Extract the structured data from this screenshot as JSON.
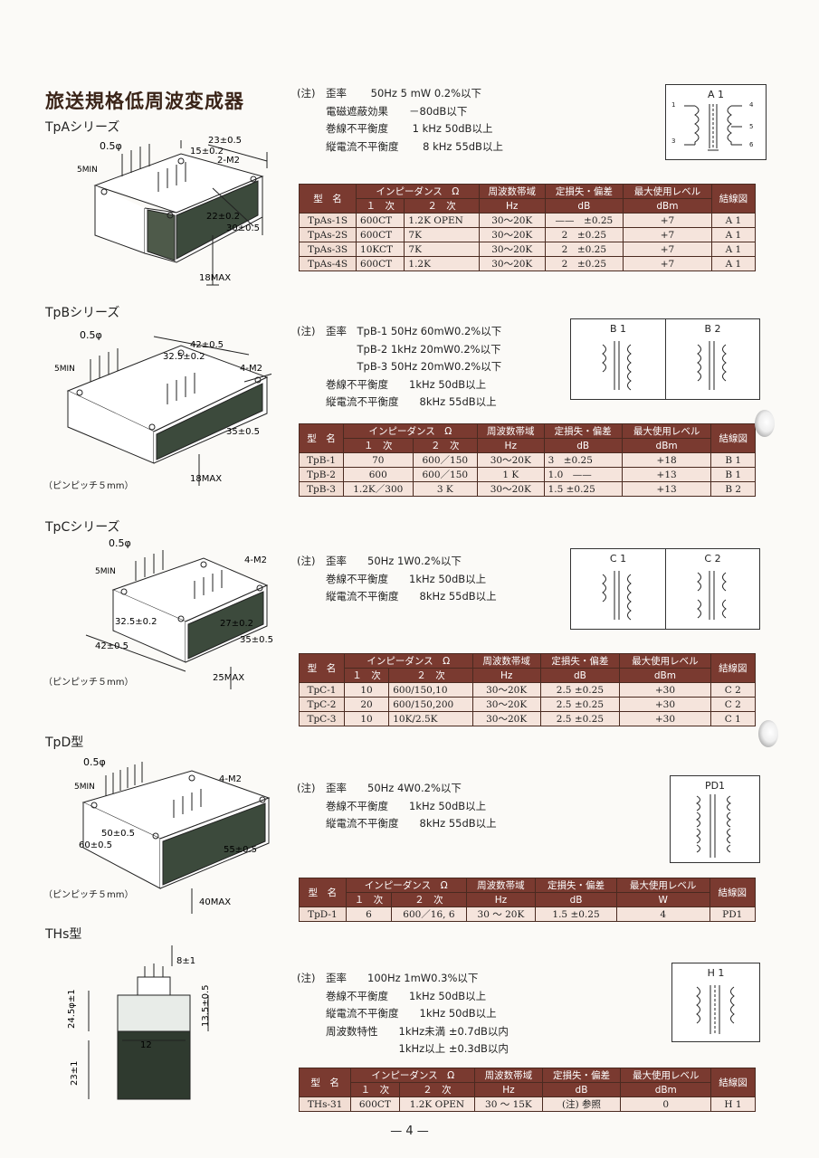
{
  "title": "旅送規格低周波変成器",
  "headers": {
    "model": "型　名",
    "impedance": "インピーダンス　Ω",
    "primary": "１　次",
    "secondary": "２　次",
    "freq": "周波数帯域",
    "hz": "Hz",
    "loss": "定損失・偏差",
    "db": "dB",
    "maxlevel": "最大使用レベル",
    "dbm": "dBm",
    "w": "W",
    "wiring": "結線図"
  },
  "note_label": "(注)",
  "pin_pitch": "（ピンピッチ５mm）",
  "sections": {
    "tpa": {
      "series": "TpAシリーズ",
      "notes": [
        "歪率　　 50Hz  5 mW 0.2%以下",
        "電磁遮蔽効果　　－80dB以下",
        "巻線不平衡度　　 1 kHz  50dB以上",
        "縦電流不平衡度　　 8 kHz  55dB以上"
      ],
      "rows": [
        [
          "TpAs-1S",
          "600CT",
          "1.2K OPEN",
          "30～20K",
          "——　±0.25",
          "+7",
          "A 1"
        ],
        [
          "TpAs-2S",
          "600CT",
          "7K",
          "30～20K",
          "2　±0.25",
          "+7",
          "A 1"
        ],
        [
          "TpAs-3S",
          "10KCT",
          "7K",
          "30～20K",
          "2　±0.25",
          "+7",
          "A 1"
        ],
        [
          "TpAs-4S",
          "600CT",
          "1.2K",
          "30～20K",
          "2　±0.25",
          "+7",
          "A 1"
        ]
      ],
      "diagram": [
        "A 1"
      ],
      "dims": [
        "0.5φ",
        "5MIN",
        "23±0.5",
        "15±0.2",
        "2-M2",
        "22±0.2",
        "30±0.5",
        "18MAX"
      ]
    },
    "tpb": {
      "series": "TpBシリーズ",
      "notes": [
        "歪率　TpB-1  50Hz 60mW0.2%以下",
        "　　　TpB-2  1kHz 20mW0.2%以下",
        "　　　TpB-3  50Hz 20mW0.2%以下",
        "巻線不平衡度　　1kHz  50dB以上",
        "縦電流不平衡度　　8kHz  55dB以上"
      ],
      "rows": [
        [
          "TpB-1",
          "70",
          "600／150",
          "30～20K",
          "3　±0.25",
          "+18",
          "B 1"
        ],
        [
          "TpB-2",
          "600",
          "600／150",
          "1 K",
          "1.0　——",
          "+13",
          "B 1"
        ],
        [
          "TpB-3",
          "1.2K／300",
          "3 K",
          "30～20K",
          "1.5 ±0.25",
          "+13",
          "B 2"
        ]
      ],
      "diagram": [
        "B 1",
        "B 2"
      ],
      "dims": [
        "0.5φ",
        "5MIN",
        "42±0.5",
        "32.5±0.2",
        "4-M2",
        "35±0.5",
        "18MAX"
      ]
    },
    "tpc": {
      "series": "TpCシリーズ",
      "notes": [
        "歪率　　50Hz  1W0.2%以下",
        "巻線不平衡度　　1kHz  50dB以上",
        "縦電流不平衡度　　8kHz  55dB以上"
      ],
      "rows": [
        [
          "TpC-1",
          "10",
          "600/150,10",
          "30～20K",
          "2.5 ±0.25",
          "+30",
          "C 2"
        ],
        [
          "TpC-2",
          "20",
          "600/150,200",
          "30～20K",
          "2.5 ±0.25",
          "+30",
          "C 2"
        ],
        [
          "TpC-3",
          "10",
          "10K/2.5K",
          "30～20K",
          "2.5 ±0.25",
          "+30",
          "C 1"
        ]
      ],
      "diagram": [
        "C 1",
        "C 2"
      ],
      "dims": [
        "0.5φ",
        "5MIN",
        "4-M2",
        "32.5±0.2",
        "27±0.2",
        "35±0.5",
        "42±0.5",
        "25MAX"
      ]
    },
    "tpd": {
      "series": "TpD型",
      "notes": [
        "歪率　　50Hz  4W0.2%以下",
        "巻線不平衡度　　1kHz  50dB以上",
        "縦電流不平衡度　　8kHz  55dB以上"
      ],
      "rows": [
        [
          "TpD-1",
          "6",
          "600／16, 6",
          "30 ～ 20K",
          "1.5 ±0.25",
          "4",
          "PD1"
        ]
      ],
      "diagram": [
        "PD1"
      ],
      "dims": [
        "0.5φ",
        "5MIN",
        "4-M2",
        "50±0.5",
        "60±0.5",
        "55±0.5",
        "40MAX"
      ]
    },
    "ths": {
      "series": "THs型",
      "notes": [
        "歪率　　100Hz  1mW0.3%以下",
        "巻線不平衡度　　1kHz  50dB以上",
        "縦電流不平衡度　　1kHz  50dB以上",
        "周波数特性　　1kHz未満 ±0.7dB以内",
        "　　　　　　　1kHz以上 ±0.3dB以内"
      ],
      "rows": [
        [
          "THs-31",
          "600CT",
          "1.2K OPEN",
          "30 ～ 15K",
          "(注) 参照",
          "0",
          "H 1"
        ]
      ],
      "diagram": [
        "H 1"
      ],
      "dims": [
        "8±1",
        "24.5φ±1",
        "13.5±0.5",
        "12",
        "23±1"
      ]
    }
  },
  "page_number": "— 4 —"
}
